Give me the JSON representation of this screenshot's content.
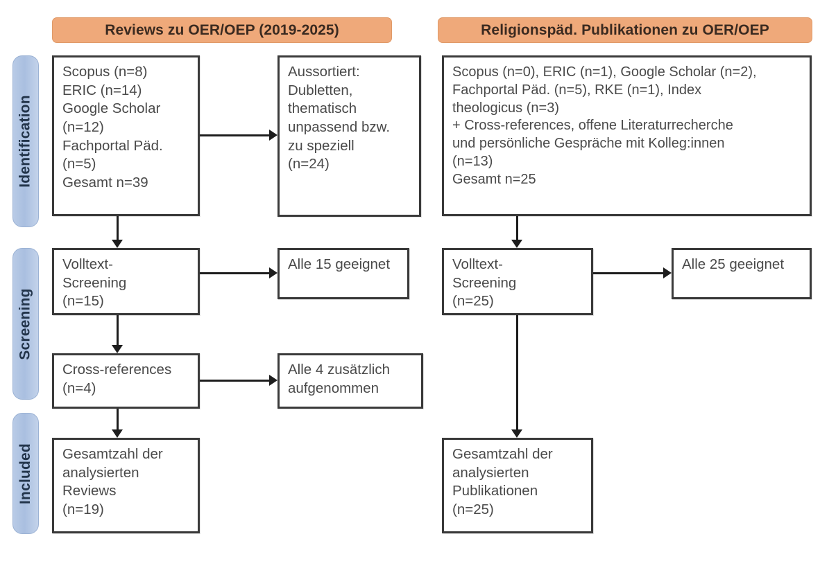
{
  "figure": {
    "type": "prisma-flow-diagram",
    "columns": [
      {
        "id": "left",
        "banner": "Reviews zu OER/OEP (2019-2025)"
      },
      {
        "id": "right",
        "banner": "Religionspäd. Publikationen zu OER/OEP"
      }
    ],
    "stages": [
      {
        "id": "identification",
        "label": "Identification"
      },
      {
        "id": "screening",
        "label": "Screening"
      },
      {
        "id": "included",
        "label": "Included"
      }
    ],
    "colors": {
      "banner_fill": "#efa97a",
      "banner_text": "#3a2a20",
      "stage_fill": "#b0c4e3",
      "stage_text": "#23354b",
      "box_border": "#3a3a3a",
      "box_text": "#4a4a4a",
      "connector": "#1d1d1d"
    }
  },
  "left_column": {
    "identification_sources": "Scopus (n=8)\nERIC (n=14)\nGoogle Scholar\n(n=12)\nFachportal Päd.\n(n=5)\nGesamt n=39",
    "excluded": "Aussortiert:\nDubletten,\nthematisch\nunpassend bzw.\nzu speziell\n(n=24)",
    "fulltext_screening": "Volltext-\nScreening\n(n=15)",
    "fulltext_result": "Alle 15 geeignet",
    "cross_references": "Cross-references\n(n=4)",
    "cross_references_result": "Alle 4 zusätzlich\naufgenommen",
    "included_total": "Gesamtzahl der\nanalysierten\nReviews\n(n=19)"
  },
  "right_column": {
    "identification_sources": "Scopus (n=0), ERIC (n=1), Google Scholar (n=2),\nFachportal Päd. (n=5), RKE (n=1), Index\ntheologicus (n=3)\n+ Cross-references, offene Literaturrecherche\nund persönliche Gespräche mit Kolleg:innen\n(n=13)\nGesamt n=25",
    "fulltext_screening": "Volltext-\nScreening\n(n=25)",
    "fulltext_result": "Alle 25 geeignet",
    "included_total": "Gesamtzahl der\nanalysierten\nPublikationen\n(n=25)"
  },
  "counts": {
    "left_scopus": 8,
    "left_eric": 14,
    "left_google_scholar": 12,
    "left_fachportal": 5,
    "left_total_identified": 39,
    "left_excluded": 24,
    "left_fulltext_screened": 15,
    "left_fulltext_eligible": 15,
    "left_cross_references": 4,
    "left_cross_references_added": 4,
    "left_included": 19,
    "right_scopus": 0,
    "right_eric": 1,
    "right_google_scholar": 2,
    "right_fachportal": 5,
    "right_rke": 1,
    "right_index_theologicus": 3,
    "right_other_sources": 13,
    "right_total_identified": 25,
    "right_fulltext_screened": 25,
    "right_fulltext_eligible": 25,
    "right_included": 25
  }
}
